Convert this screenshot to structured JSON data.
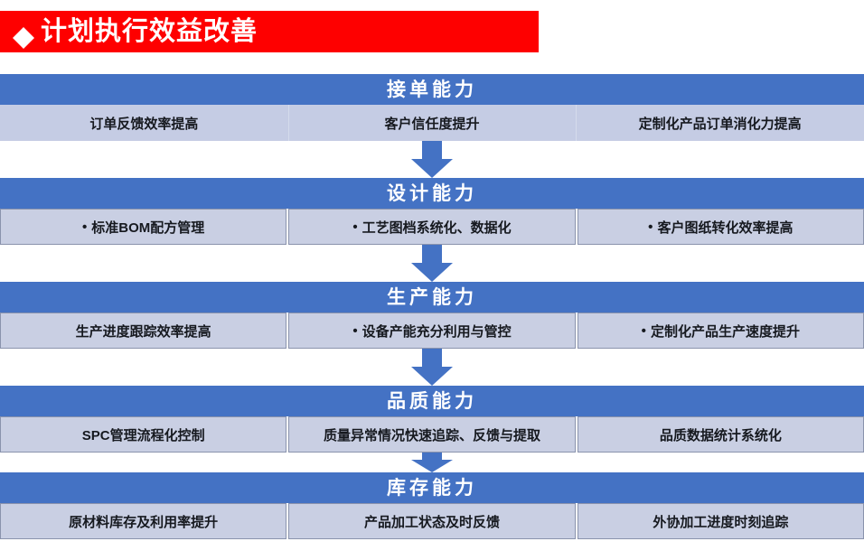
{
  "title": {
    "marker": "diamond-bullet",
    "text": "计划执行效益改善",
    "background": "#FE0000",
    "color": "#FFFFFF"
  },
  "theme": {
    "header_blue": "#4472C4",
    "row_lavender": "#C5CCE4",
    "cell_border": "#8A93AD",
    "text_dark": "#16191F"
  },
  "flow": {
    "connector_icon": "down-arrow-icon",
    "sections": [
      {
        "id": "order-capability",
        "title": "接单能力",
        "style": "plain",
        "items": [
          {
            "bullet": "",
            "text": "订单反馈效率提高"
          },
          {
            "bullet": "",
            "text": "客户信任度提升"
          },
          {
            "bullet": "",
            "text": "定制化产品订单消化力提高"
          }
        ]
      },
      {
        "id": "design-capability",
        "title": "设计能力",
        "style": "boxed",
        "items": [
          {
            "bullet": "•",
            "text": "标准BOM配方管理"
          },
          {
            "bullet": "•",
            "text": "工艺图档系统化、数据化"
          },
          {
            "bullet": "•",
            "text": "客户图纸转化效率提高"
          }
        ]
      },
      {
        "id": "production-capability",
        "title": "生产能力",
        "style": "boxed",
        "items": [
          {
            "bullet": "",
            "text": "生产进度跟踪效率提高"
          },
          {
            "bullet": "•",
            "text": "设备产能充分利用与管控"
          },
          {
            "bullet": "•",
            "text": "定制化产品生产速度提升"
          }
        ]
      },
      {
        "id": "quality-capability",
        "title": "品质能力",
        "style": "boxed",
        "items": [
          {
            "bullet": "",
            "text": "SPC管理流程化控制"
          },
          {
            "bullet": "",
            "text": "质量异常情况快速追踪、反馈与提取"
          },
          {
            "bullet": "",
            "text": "品质数据统计系统化"
          }
        ]
      },
      {
        "id": "inventory-capability",
        "title": "库存能力",
        "style": "boxed",
        "items": [
          {
            "bullet": "",
            "text": "原材料库存及利用率提升"
          },
          {
            "bullet": "",
            "text": "产品加工状态及时反馈"
          },
          {
            "bullet": "",
            "text": "外协加工进度时刻追踪"
          }
        ]
      }
    ]
  }
}
